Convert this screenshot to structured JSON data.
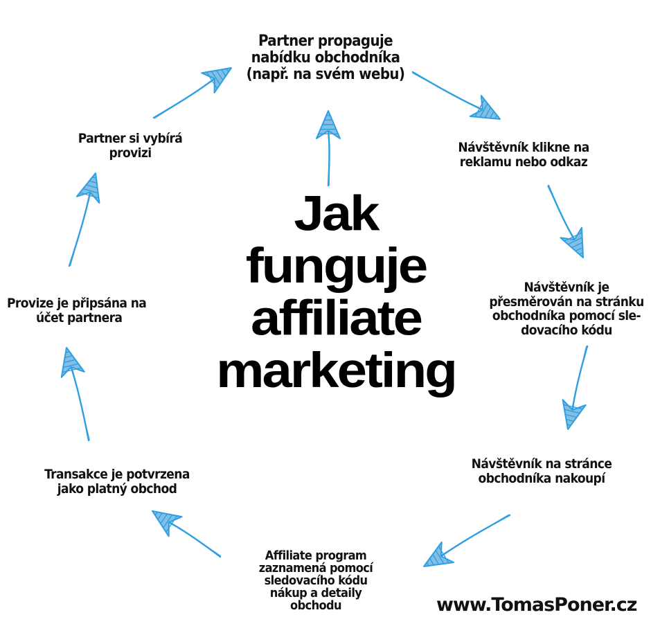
{
  "title": {
    "lines": [
      "Jak",
      "funguje",
      "affiliate",
      "marketing"
    ]
  },
  "steps": [
    {
      "id": "partner-promotes",
      "lines": [
        "Partner propaguje",
        "nabídku obchodníka",
        "(např. na svém webu)"
      ]
    },
    {
      "id": "visitor-clicks",
      "lines": [
        "Návštěvník klikne na",
        "reklamu nebo odkaz"
      ]
    },
    {
      "id": "visitor-redirected",
      "lines": [
        "Návštěvník je",
        "přesměrován na stránku",
        "obchodníka pomocí sle-",
        "dovacího kódu"
      ]
    },
    {
      "id": "visitor-buys",
      "lines": [
        "Návštěvník na stránce",
        "obchodníka nakoupí"
      ]
    },
    {
      "id": "program-records",
      "lines": [
        "Affiliate program",
        "zaznamená pomocí",
        "sledovacího kódu",
        "nákup a detaily",
        "obchodu"
      ]
    },
    {
      "id": "transaction-confirmed",
      "lines": [
        "Transakce je potvrzena",
        "jako platný obchod"
      ]
    },
    {
      "id": "commission-credited",
      "lines": [
        "Provize je připsána na",
        "účet partnera"
      ]
    },
    {
      "id": "partner-withdraws",
      "lines": [
        "Partner si vybírá",
        "provizi"
      ]
    }
  ],
  "footer": {
    "url": "www.TomasPoner.cz"
  },
  "colors": {
    "arrow": "#2e9fe0",
    "arrow_fill": "#1e88d0",
    "text": "#111111"
  }
}
